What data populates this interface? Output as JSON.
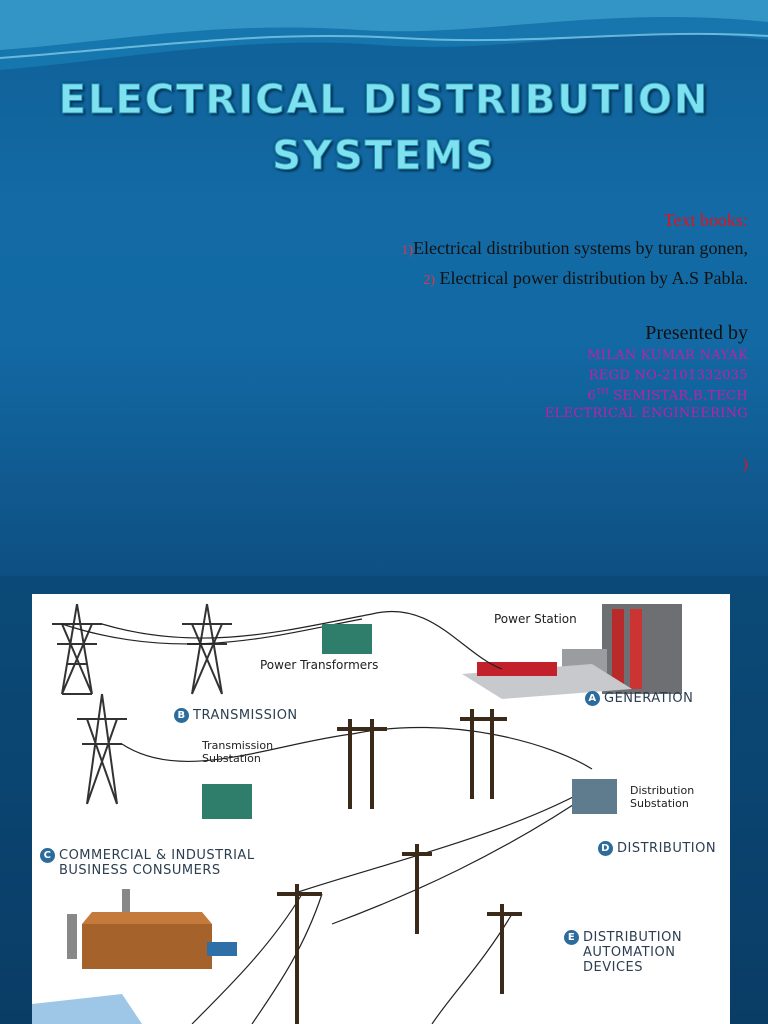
{
  "slide": {
    "title_line1": "ELECTRICAL DISTRIBUTION",
    "title_line2": "SYSTEMS",
    "textbooks_label": "Text books:",
    "books": [
      {
        "num": "1)",
        "text": "Electrical distribution systems by turan gonen,"
      },
      {
        "num": "2)",
        "text": " Electrical power distribution by A.S Pabla."
      }
    ],
    "presented_by": "Presented by",
    "presenter": {
      "name": "MILAN KUMAR NAYAK",
      "regd": "REGD NO-2101332035",
      "semester_num": "6",
      "semester_sup": "TH",
      "semester_rest": " SEMISTAR,B.TECH",
      "dept": "ELECTRICAL ENGINEERING"
    },
    "stray_paren": ")"
  },
  "diagram": {
    "power_station": "Power Station",
    "power_transformers": "Power Transformers",
    "generation": {
      "letter": "A",
      "label": "GENERATION"
    },
    "transmission": {
      "letter": "B",
      "label": "TRANSMISSION"
    },
    "transmission_substation_1": "Transmission",
    "transmission_substation_2": "Substation",
    "distribution_substation_1": "Distribution",
    "distribution_substation_2": "Substation",
    "commercial": {
      "letter": "C",
      "label1": "COMMERCIAL & INDUSTRIAL",
      "label2": "BUSINESS CONSUMERS"
    },
    "distribution": {
      "letter": "D",
      "label": "DISTRIBUTION"
    },
    "automation": {
      "letter": "E",
      "label1": "DISTRIBUTION",
      "label2": "AUTOMATION",
      "label3": "DEVICES"
    },
    "colors": {
      "accent": "#2c6c9c",
      "title": "#7fe0f0",
      "red": "#e3121b",
      "magenta": "#c21ea8"
    }
  }
}
